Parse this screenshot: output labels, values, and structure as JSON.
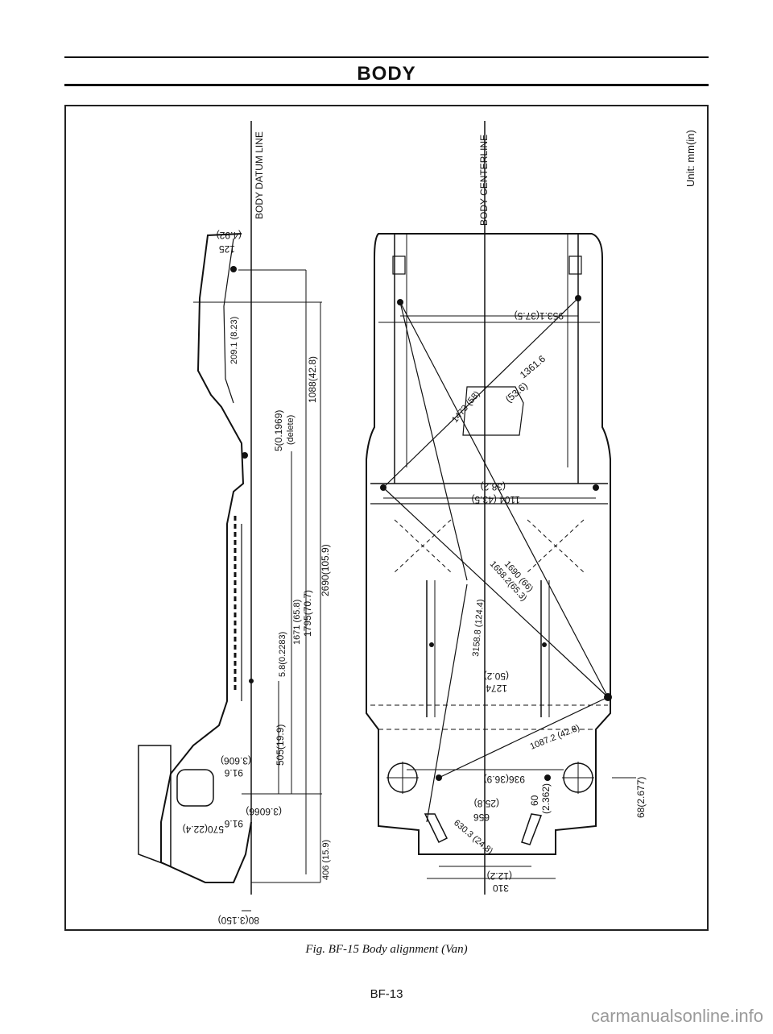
{
  "header": {
    "title": "BODY"
  },
  "unit_label": "Unit: mm(in)",
  "side_view": {
    "datum_label": "BODY DATUM LINE",
    "dims": {
      "d125": "125",
      "d125in": "(4.92)",
      "d209": "209.1 (8.23)",
      "d5": "5(0.1969)",
      "delete": "(delete)",
      "d1088": "1088(42.8)",
      "d2690": "2690(105.9)",
      "d1795": "1795(70.7)",
      "d1671": "1671 (65.8)",
      "d58": "5.8(0.2283)",
      "d505": "505(19.9)",
      "d916a": "91.6",
      "d916a_in": "(3.606)",
      "d916b": "91.6",
      "d916b_in": "(3.6066)",
      "d406": "406 (15.9)",
      "d570": "570(22.4)",
      "d80": "80(3.150)"
    }
  },
  "top_view": {
    "centerline_label": "BODY CENTERLINE",
    "dims": {
      "d953": "953.1(37.5)",
      "d1361": "1361.6",
      "d1361in": "(53.6)",
      "d1473": "1473 (58)",
      "d1104": "1104 (43.5)",
      "d1104in": "(38.2)",
      "d3158": "3158.8 (124.4)",
      "d1658": "1658.2(65.3)",
      "d1690": "1690 (66)",
      "d1274": "1274",
      "d1274in": "(50.2)",
      "d1087": "1087.2 (42.8)",
      "d936": "936(36.9)",
      "d60": "60",
      "d60in": "(2.362)",
      "d656": "656",
      "d656in": "(25.8)",
      "d630": "630.3 (24.8)",
      "d68": "68(2.677)",
      "d310": "310",
      "d310in": "(12.2)"
    }
  },
  "caption": "Fig. BF-15 Body alignment (Van)",
  "page_number": "BF-13",
  "watermark": "carmanualsonline.info"
}
